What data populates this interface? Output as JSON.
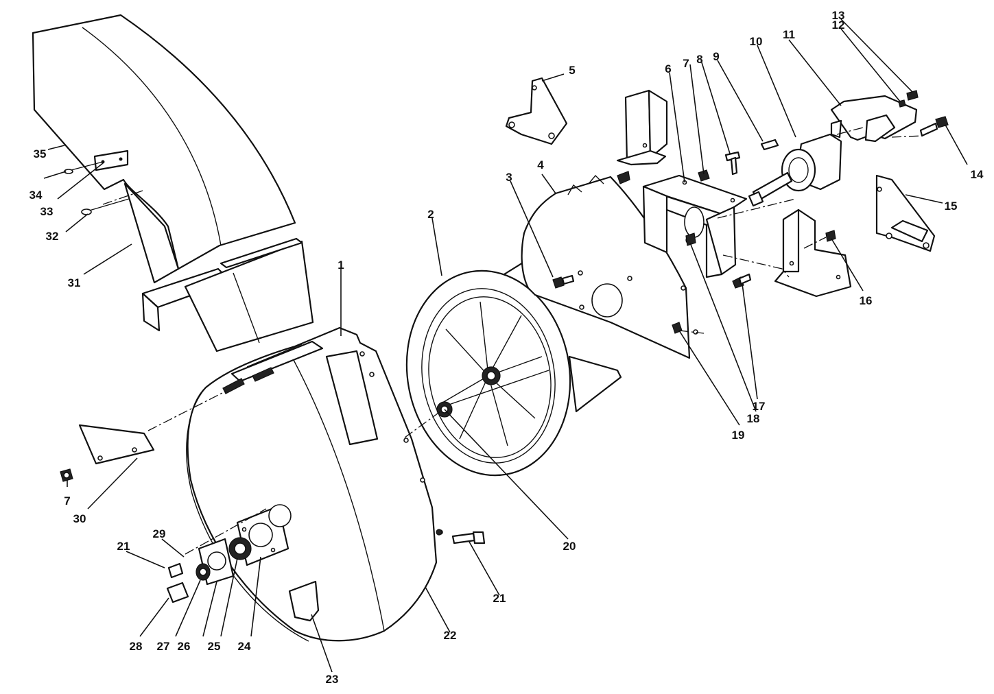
{
  "callouts": [
    {
      "text": "1"
    },
    {
      "text": "2"
    },
    {
      "text": "3"
    },
    {
      "text": "4"
    },
    {
      "text": "5"
    },
    {
      "text": "6"
    },
    {
      "text": "7"
    },
    {
      "text": "8"
    },
    {
      "text": "9"
    },
    {
      "text": "10"
    },
    {
      "text": "11"
    },
    {
      "text": "12"
    },
    {
      "text": "13"
    },
    {
      "text": "14"
    },
    {
      "text": "15"
    },
    {
      "text": "16"
    },
    {
      "text": "17"
    },
    {
      "text": "18"
    },
    {
      "text": "19"
    },
    {
      "text": "20"
    },
    {
      "text": "21"
    },
    {
      "text": "22"
    },
    {
      "text": "23"
    },
    {
      "text": "24"
    },
    {
      "text": "25"
    },
    {
      "text": "26"
    },
    {
      "text": "27"
    },
    {
      "text": "28"
    },
    {
      "text": "29"
    },
    {
      "text": "30"
    },
    {
      "text": "31"
    },
    {
      "text": "32"
    },
    {
      "text": "33"
    },
    {
      "text": "34"
    },
    {
      "text": "35"
    },
    {
      "text": "7"
    },
    {
      "text": "21"
    }
  ],
  "colors": {
    "ink": "#111111",
    "paper": "#ffffff"
  }
}
